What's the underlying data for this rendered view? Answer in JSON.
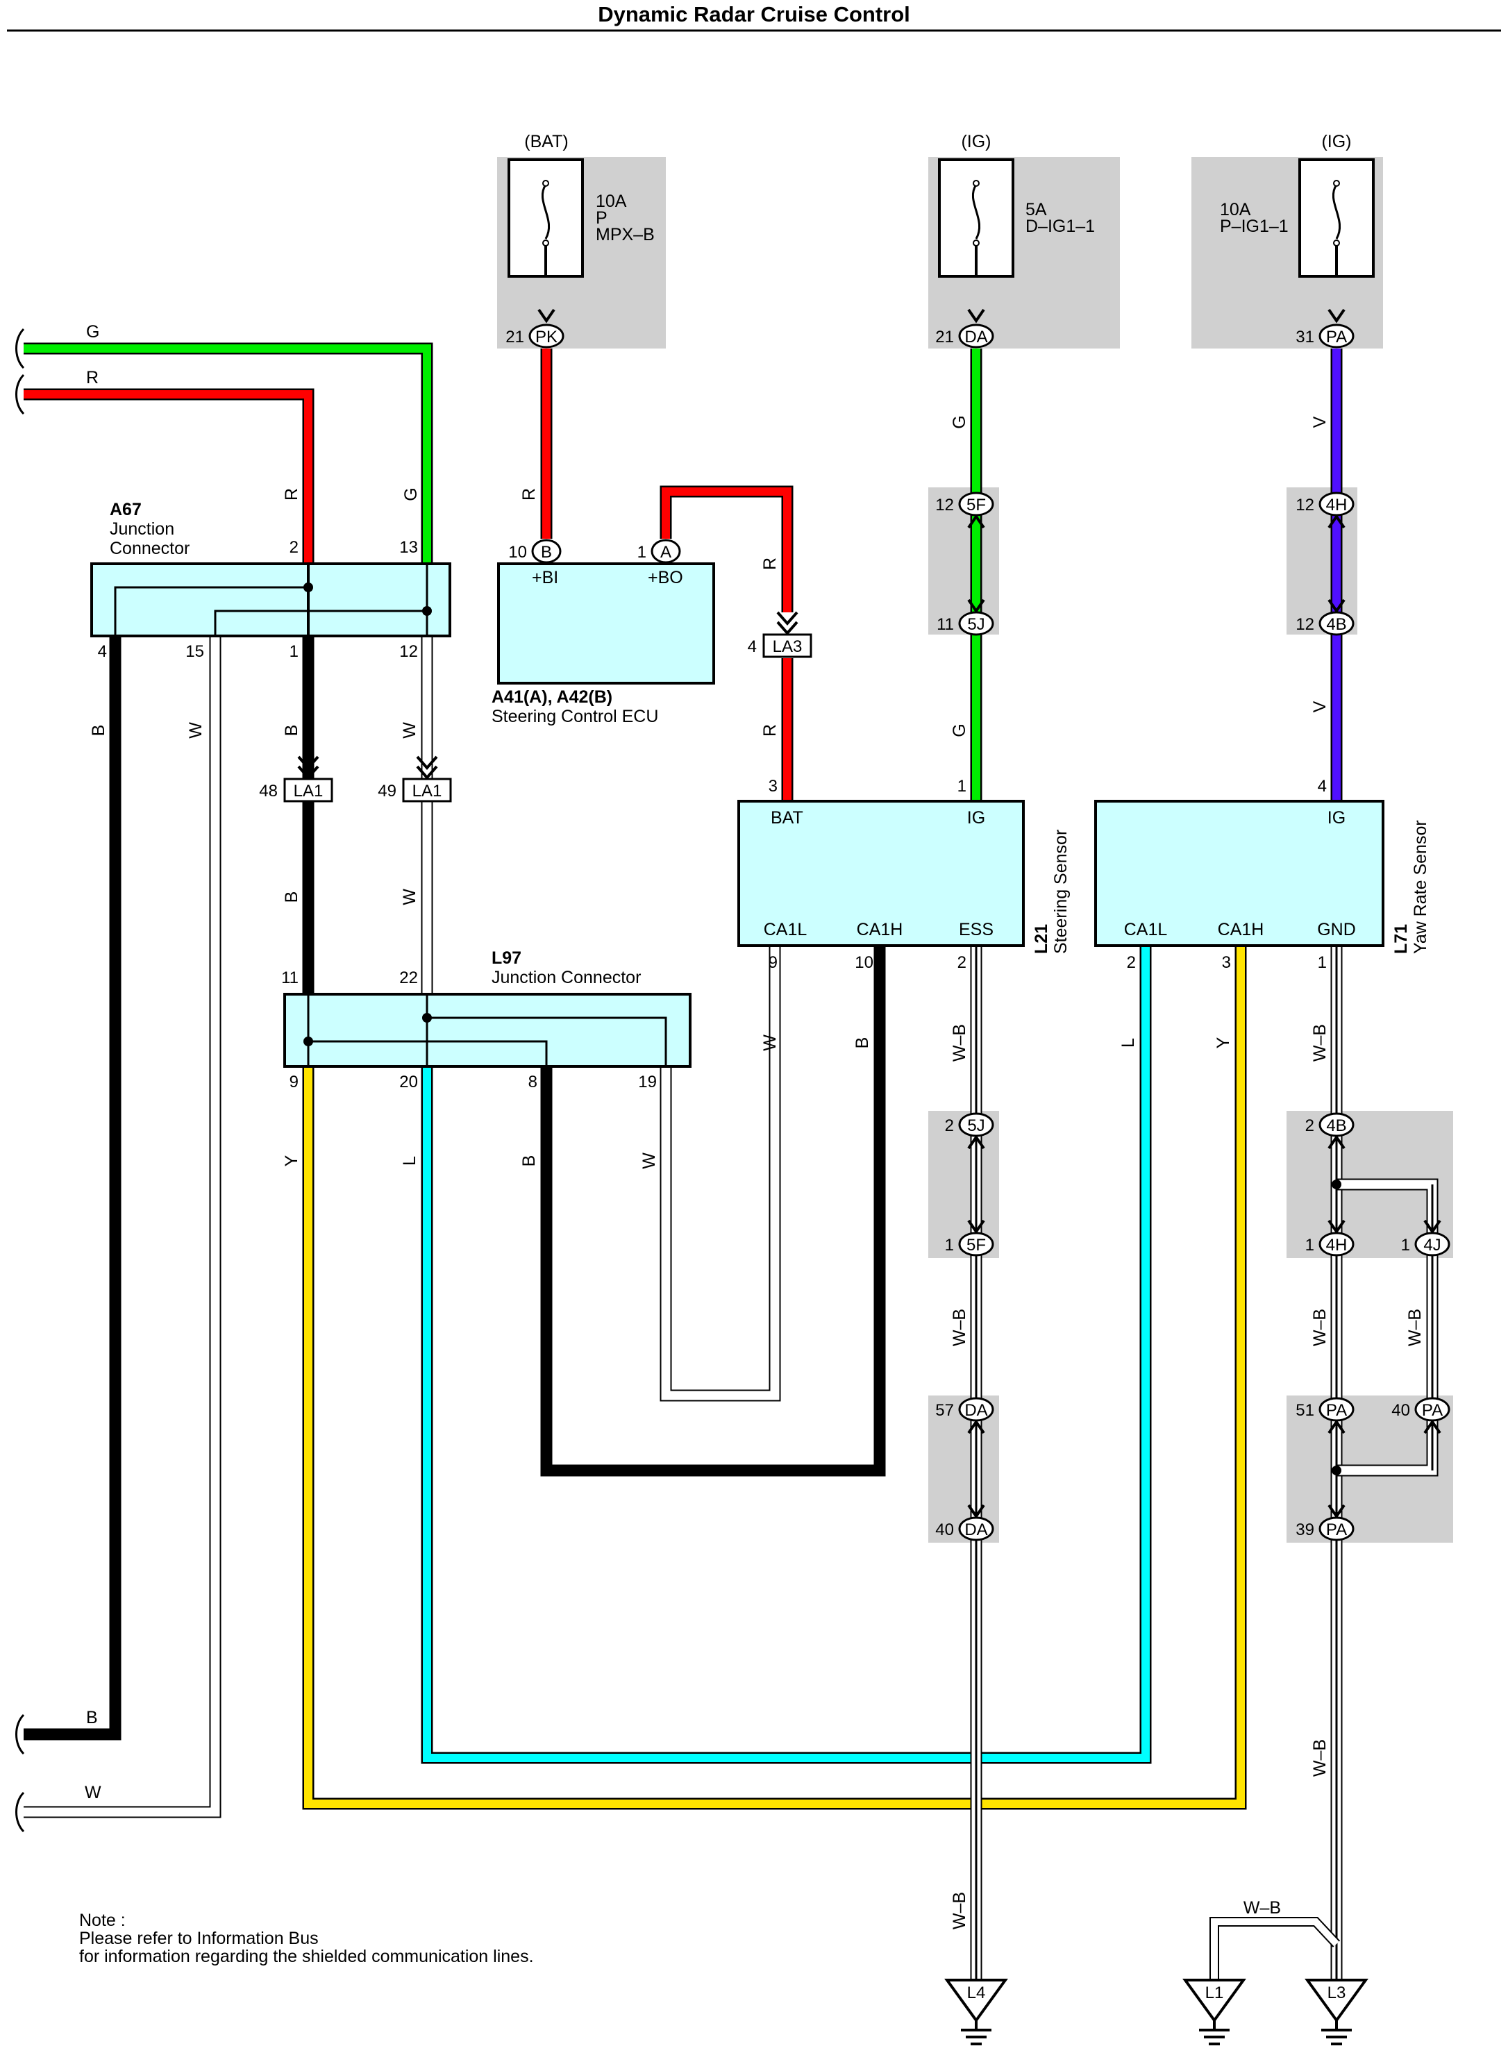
{
  "title": "Dynamic Radar Cruise Control",
  "colors": {
    "G": "#00ee00",
    "R": "#ff0000",
    "B": "#000000",
    "W": "#ffffff",
    "V": "#5010ff",
    "L": "#00ffff",
    "Y": "#ffe400",
    "WB": "#ffffff",
    "component_fill": "#ccffff",
    "shaded_area": "#d0d0d0"
  },
  "fuses": [
    {
      "supply": "(BAT)",
      "rating": "10A",
      "line2": "P",
      "line3": "MPX–B",
      "pin": "21",
      "connector": "PK"
    },
    {
      "supply": "(IG)",
      "rating": "5A",
      "line2": "D–IG1–1",
      "line3": "",
      "pin": "21",
      "connector": "DA"
    },
    {
      "supply": "(IG)",
      "rating": "10A",
      "line2": "P–IG1–1",
      "line3": "",
      "pin": "31",
      "connector": "PA"
    }
  ],
  "offpage_wires": [
    "G",
    "R",
    "B",
    "W"
  ],
  "components": {
    "a67": {
      "code": "A67",
      "name_line1": "Junction",
      "name_line2": "Connector",
      "pins_top": [
        "2",
        "13"
      ],
      "pins_bottom": [
        "4",
        "15",
        "1",
        "12"
      ]
    },
    "ecu": {
      "code": "A41(A), A42(B)",
      "name": "Steering Control ECU",
      "pin_b_num": "10",
      "pin_b": "B",
      "term_b": "+BI",
      "pin_a_num": "1",
      "pin_a": "A",
      "term_a": "+BO"
    },
    "l97": {
      "code": "L97",
      "name": "Junction Connector",
      "pins_top": [
        "11",
        "22"
      ],
      "pins_bottom": [
        "9",
        "20",
        "8",
        "19"
      ]
    },
    "l21": {
      "code": "L21",
      "name": "Steering Sensor",
      "term_bat": "BAT",
      "term_ig": "IG",
      "term_ca1l": "CA1L",
      "term_ca1h": "CA1H",
      "term_ess": "ESS",
      "pin_bat": "3",
      "pin_ig": "1",
      "pin_ca1l": "9",
      "pin_ca1h": "10",
      "pin_ess": "2"
    },
    "l71": {
      "code": "L71",
      "name": "Yaw Rate Sensor",
      "term_ig": "IG",
      "term_ca1l": "CA1L",
      "term_ca1h": "CA1H",
      "term_gnd": "GND",
      "pin_ig": "4",
      "pin_ca1l": "2",
      "pin_ca1h": "3",
      "pin_gnd": "1"
    }
  },
  "connectors": {
    "la1_48": {
      "pin": "48",
      "name": "LA1"
    },
    "la1_49": {
      "pin": "49",
      "name": "LA1"
    },
    "la3": {
      "pin": "4",
      "name": "LA3"
    },
    "c12_5f": {
      "pin": "12",
      "name": "5F"
    },
    "c11_5j": {
      "pin": "11",
      "name": "5J"
    },
    "c12_4h": {
      "pin": "12",
      "name": "4H"
    },
    "c12_4b": {
      "pin": "12",
      "name": "4B"
    },
    "c2_5j": {
      "pin": "2",
      "name": "5J"
    },
    "c1_5f": {
      "pin": "1",
      "name": "5F"
    },
    "c57_da": {
      "pin": "57",
      "name": "DA"
    },
    "c40_da": {
      "pin": "40",
      "name": "DA"
    },
    "c2_4b": {
      "pin": "2",
      "name": "4B"
    },
    "c1_4h": {
      "pin": "1",
      "name": "4H"
    },
    "c1_4j": {
      "pin": "1",
      "name": "4J"
    },
    "c51_pa": {
      "pin": "51",
      "name": "PA"
    },
    "c40_pa": {
      "pin": "40",
      "name": "PA"
    },
    "c39_pa": {
      "pin": "39",
      "name": "PA"
    }
  },
  "wire_labels": {
    "r": "R",
    "g": "G",
    "b": "B",
    "w": "W",
    "v": "V",
    "l": "L",
    "y": "Y",
    "wb": "W–B"
  },
  "grounds": [
    "L4",
    "L1",
    "L3"
  ],
  "note": {
    "line1": "Note :",
    "line2": "Please refer to Information Bus",
    "line3": "for information regarding the shielded communication lines."
  }
}
